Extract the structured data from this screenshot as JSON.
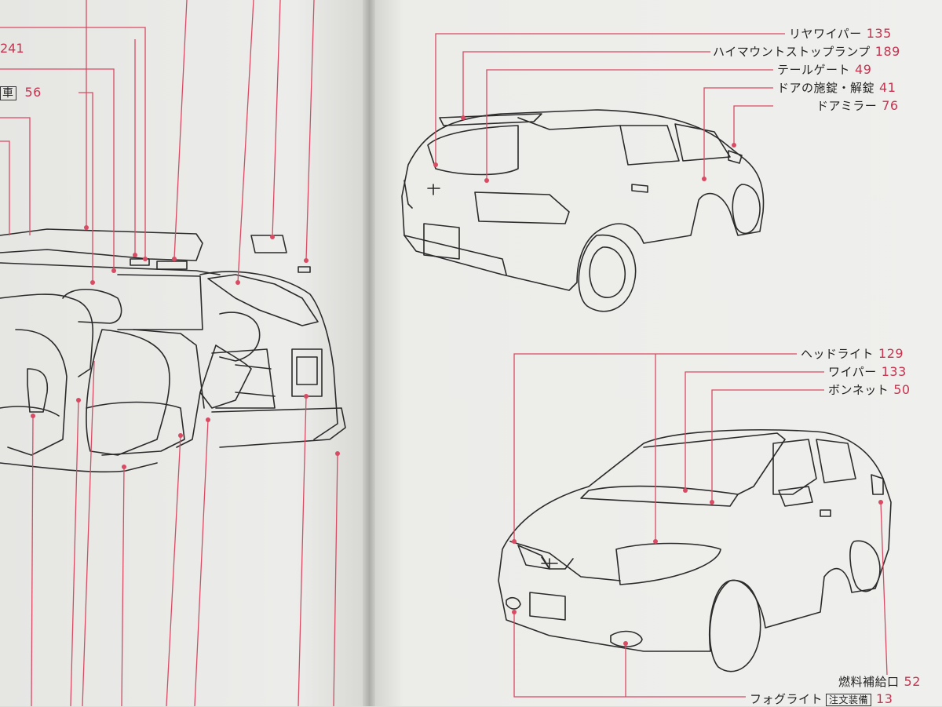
{
  "left_page": {
    "ref_241": "241",
    "ref_56_prefix": "車",
    "ref_56": "56"
  },
  "right_page": {
    "rear_labels": [
      {
        "text": "リヤワイパー",
        "page": "135"
      },
      {
        "text": "ハイマウントストップランプ",
        "page": "189"
      },
      {
        "text": "テールゲート",
        "page": "49"
      },
      {
        "text": "ドアの施錠・解錠",
        "page": "41"
      },
      {
        "text": "ドアミラー",
        "page": "76"
      }
    ],
    "front_labels": [
      {
        "text": "ヘッドライト",
        "page": "129"
      },
      {
        "text": "ワイパー",
        "page": "133"
      },
      {
        "text": "ボンネット",
        "page": "50"
      }
    ],
    "fuel": {
      "text": "燃料補給口",
      "page": "52"
    },
    "fog": {
      "text": "フォグライト",
      "tag": "注文装備",
      "page": "13"
    }
  },
  "colors": {
    "leader": "#d94a63",
    "line_art": "#2b2b2b",
    "paper": "#ececea"
  }
}
